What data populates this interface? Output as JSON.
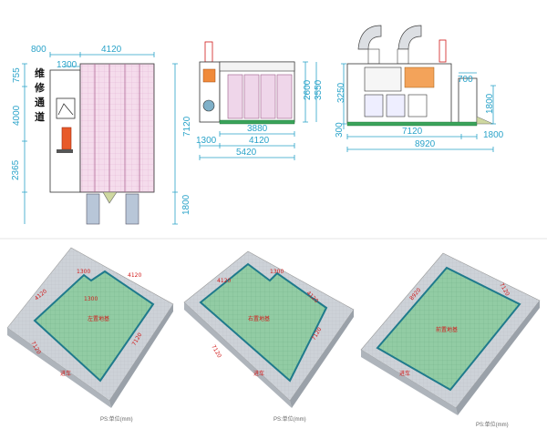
{
  "top_row": {
    "plan_view": {
      "dims": {
        "d800": "800",
        "d4120": "4120",
        "d1300": "1300",
        "d755": "755",
        "d4000": "4000",
        "d2365": "2365",
        "d7120": "7120",
        "d1800": "1800"
      },
      "passage_label": [
        "维",
        "修",
        "通",
        "道"
      ]
    },
    "front_view": {
      "dims": {
        "d2600": "2600",
        "d3550": "3550",
        "d3880": "3880",
        "d1300": "1300",
        "d4120": "4120",
        "d5420": "5420"
      }
    },
    "side_view": {
      "dims": {
        "d700": "700",
        "d3250": "3250",
        "d1800": "1800",
        "d300": "300",
        "d7120": "7120",
        "d1800b": "1800",
        "d8920": "8920"
      }
    }
  },
  "bottom_row": {
    "pits": [
      {
        "dims": {
          "a": "1300",
          "b": "4120",
          "c": "4120",
          "d": "1300",
          "e": "7120",
          "f": "7120"
        },
        "floor_label": "左置地基",
        "front_label": "进车",
        "ps_label": "PS:单位(mm)"
      },
      {
        "dims": {
          "a": "4120",
          "b": "1300",
          "c": "4120",
          "d": "7120",
          "e": "7120"
        },
        "floor_label": "右置地基",
        "front_label": "进车",
        "ps_label": "PS:单位(mm)"
      },
      {
        "dims": {
          "a": "8920",
          "b": "7120"
        },
        "floor_label": "前置地基",
        "front_label": "进车",
        "ps_label": "PS:单位(mm)"
      }
    ]
  },
  "colors": {
    "dimension": "#2aa3c9",
    "booth_fill": "#f3d7ea",
    "floor_green": "#8fcaa0",
    "floor_border": "#1f7a8c",
    "slab": "#c9ced4",
    "label_red": "#d11a1a"
  }
}
